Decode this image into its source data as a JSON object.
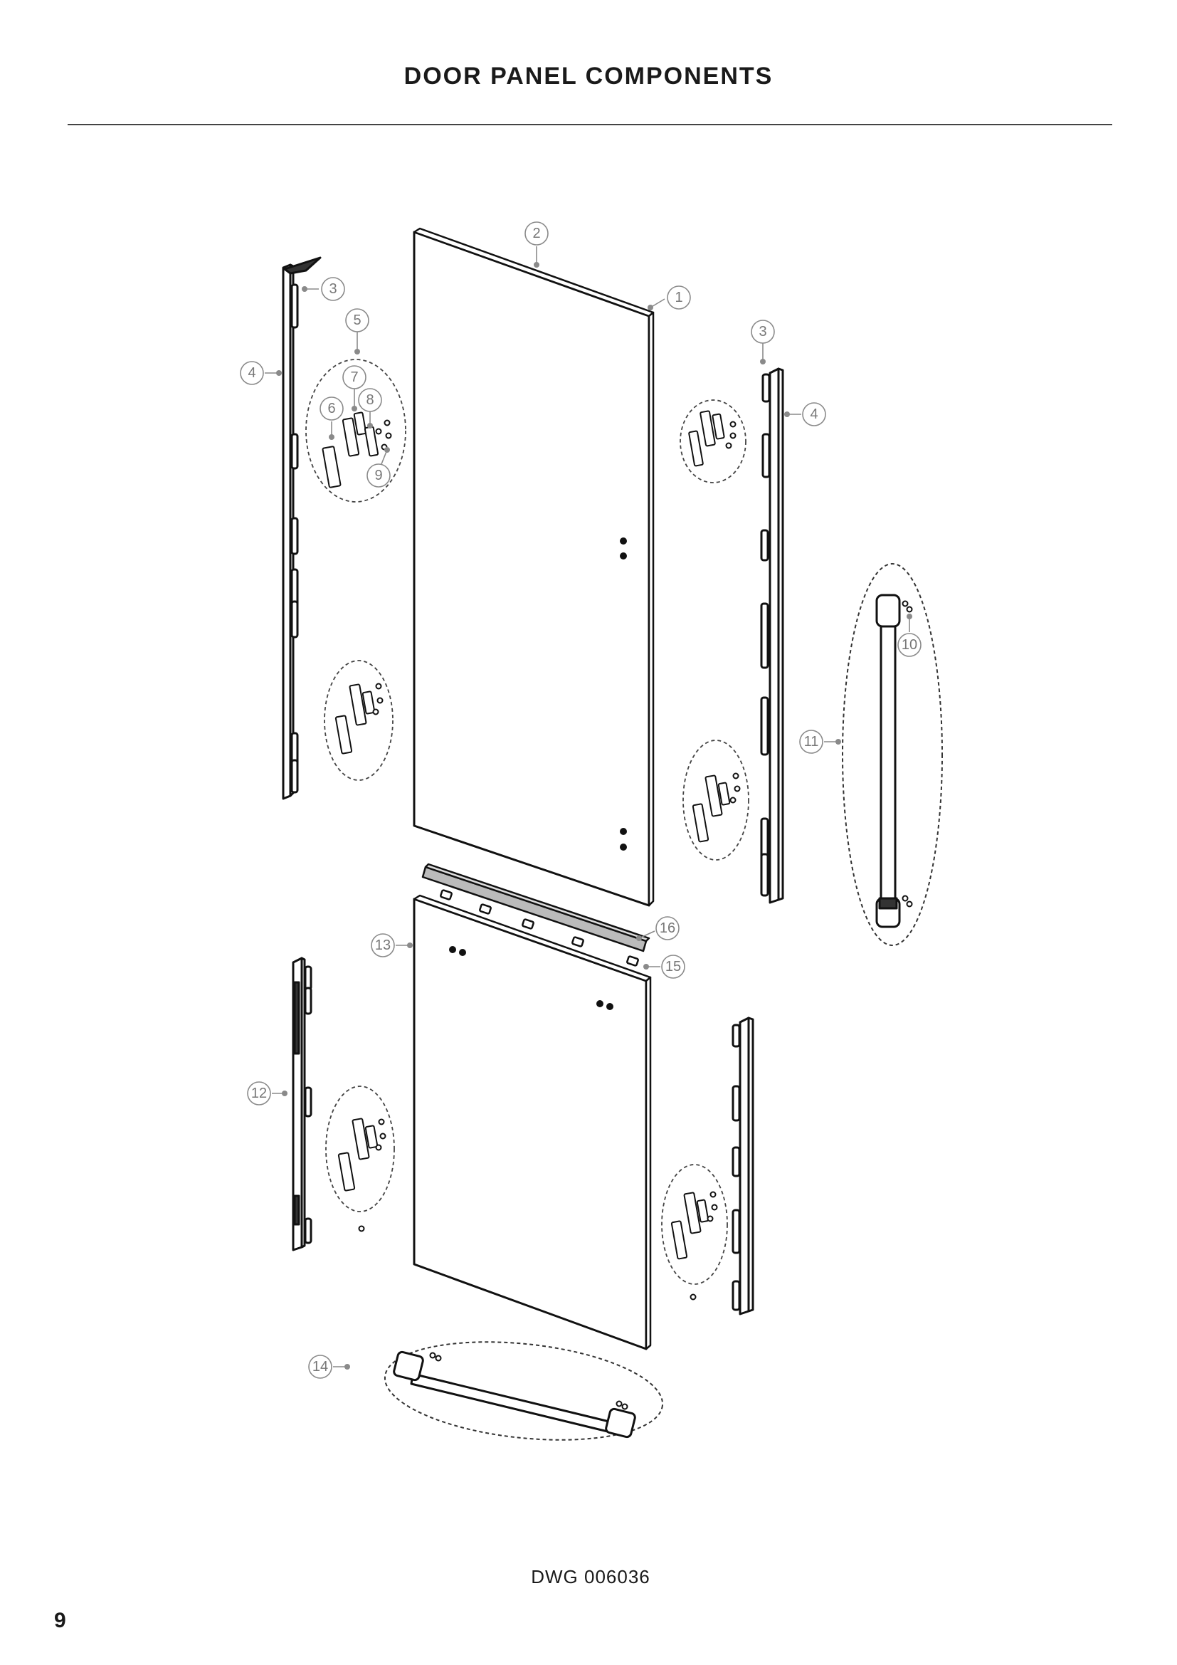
{
  "header": {
    "title": "DOOR PANEL COMPONENTS"
  },
  "footer": {
    "drawing_number": "DWG 006036",
    "page_number": "9"
  },
  "callouts": [
    {
      "label": "1"
    },
    {
      "label": "2"
    },
    {
      "label": "3"
    },
    {
      "label": "4"
    },
    {
      "label": "5"
    },
    {
      "label": "6"
    },
    {
      "label": "7"
    },
    {
      "label": "8"
    },
    {
      "label": "9"
    },
    {
      "label": "3"
    },
    {
      "label": "4"
    },
    {
      "label": "10"
    },
    {
      "label": "11"
    },
    {
      "label": "16"
    },
    {
      "label": "15"
    },
    {
      "label": "13"
    },
    {
      "label": "12"
    },
    {
      "label": "14"
    }
  ]
}
